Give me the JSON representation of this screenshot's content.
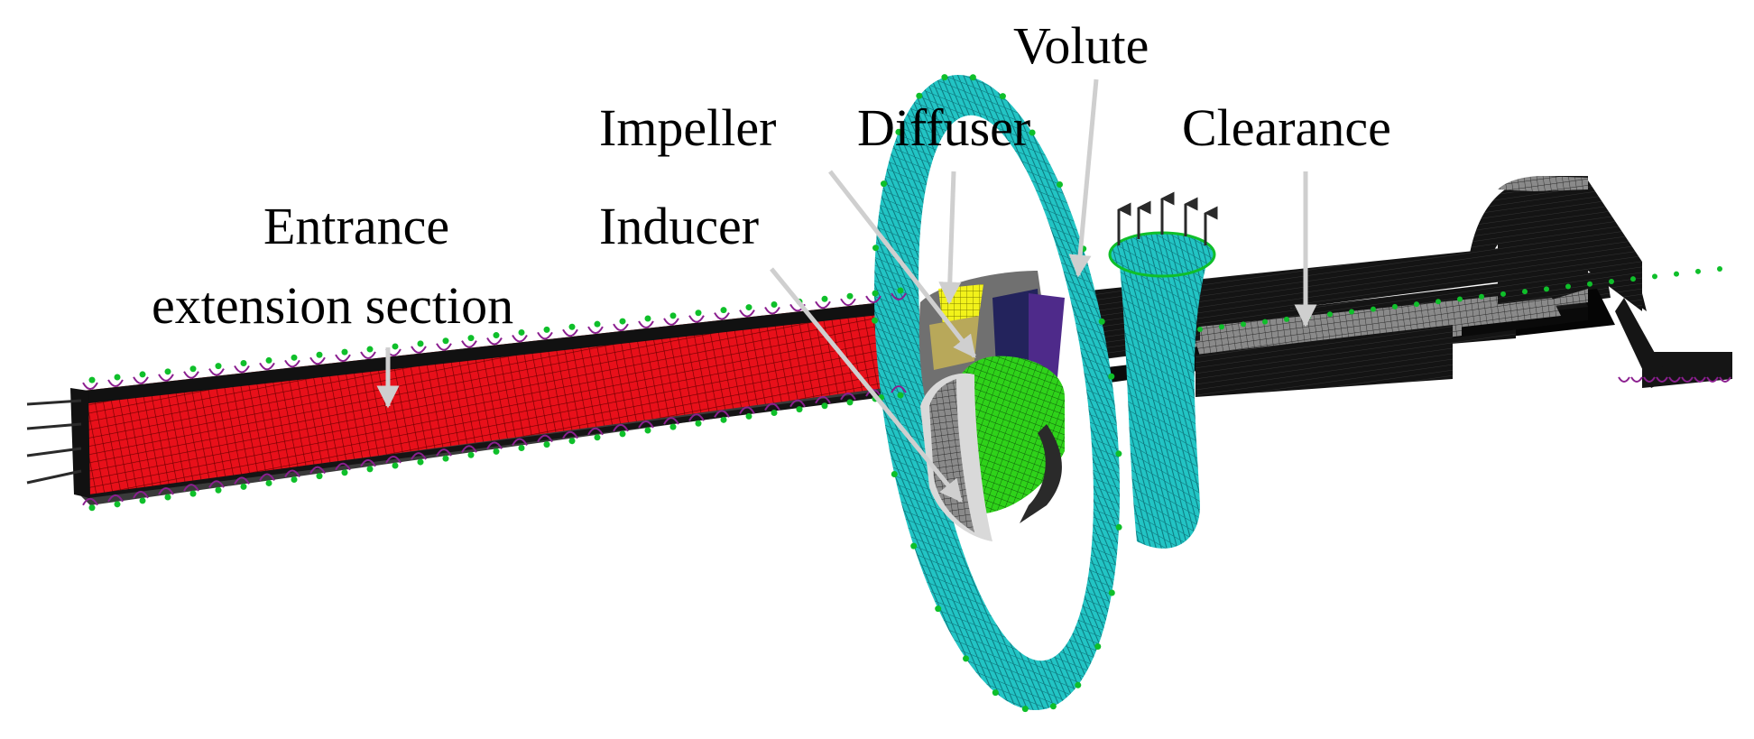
{
  "labels": {
    "entrance_line1": "Entrance",
    "entrance_line2": "extension section",
    "inducer": "Inducer",
    "impeller": "Impeller",
    "diffuser": "Diffuser",
    "volute": "Volute",
    "clearance": "Clearance"
  },
  "colors": {
    "entrance_mesh": "#e8101a",
    "inducer_mesh": "#2fd21a",
    "diffuser_mesh": "#f2f21a",
    "volute_mesh": "#22c4c4",
    "clearance_mesh": "#8a8a8a",
    "boundary_markers": "#8b1f8f",
    "node_markers": "#0fbf2a",
    "leader_lines": "#cfcfcf"
  },
  "icons": {
    "inlet_arrows": "arrow-left-icon",
    "outlet_arrows": "arrow-up-icon"
  }
}
